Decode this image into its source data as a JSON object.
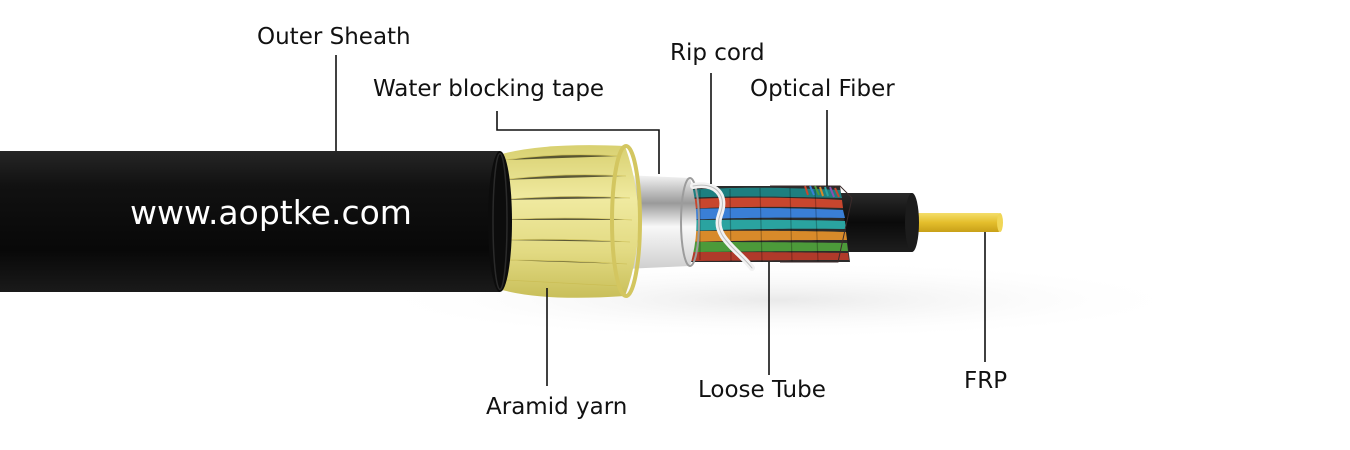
{
  "diagram": {
    "labels": {
      "outer_sheath": "Outer Sheath",
      "water_blocking_tape": "Water blocking tape",
      "rip_cord": "Rip cord",
      "optical_fiber": "Optical Fiber",
      "aramid_yarn": "Aramid yarn",
      "loose_tube": "Loose Tube",
      "frp": "FRP"
    },
    "watermark": "www.aoptke.com"
  },
  "colors": {
    "sheath": "#0d0d0d",
    "aramid": "#e6e08a",
    "tape": "#e8e8e8",
    "frp_rod": "#e8c83a",
    "inner_jacket": "#111111",
    "fiber_blue": "#3a7fd6",
    "fiber_red": "#c8462e",
    "fiber_green": "#4c9a3a",
    "fiber_orange": "#d88a2a",
    "fiber_teal": "#2aa3a0"
  }
}
